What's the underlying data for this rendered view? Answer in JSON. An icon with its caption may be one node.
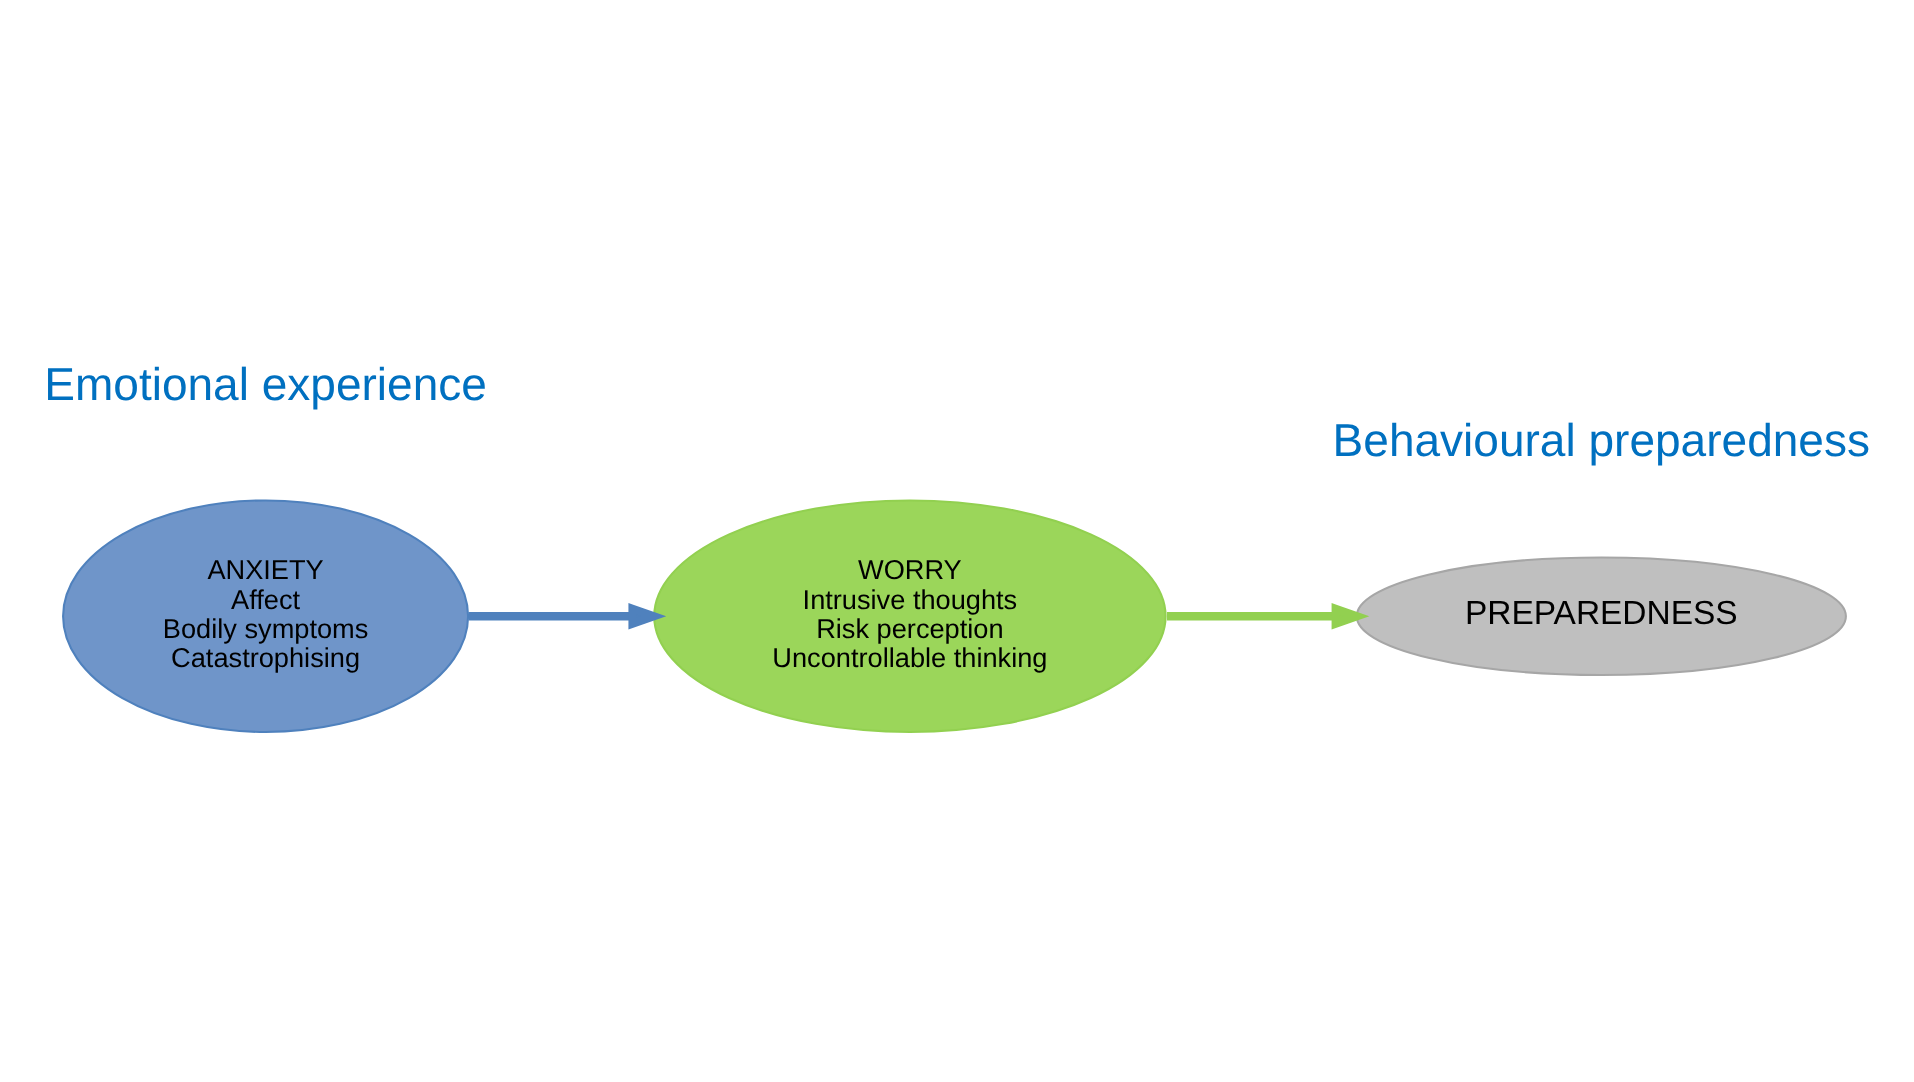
{
  "diagram": {
    "nodes": [
      {
        "text": [
          "ANXIETY",
          "Affect",
          "Bodily symptoms",
          "Catastrophising"
        ]
      },
      {
        "text": [
          "WORRY",
          "Intrusive thoughts",
          "Risk perception",
          "Uncontrollable thinking"
        ]
      },
      {
        "text": [
          "PREPAREDNESS"
        ]
      }
    ],
    "edges": [
      {
        "from": 0,
        "to": 1,
        "arrow": "to",
        "color": "#4f81bd"
      },
      {
        "from": 1,
        "to": 2,
        "arrow": "to",
        "color": "#92d050"
      }
    ],
    "labels": [
      "Emotional experience",
      "Behavioural preparedness"
    ]
  }
}
